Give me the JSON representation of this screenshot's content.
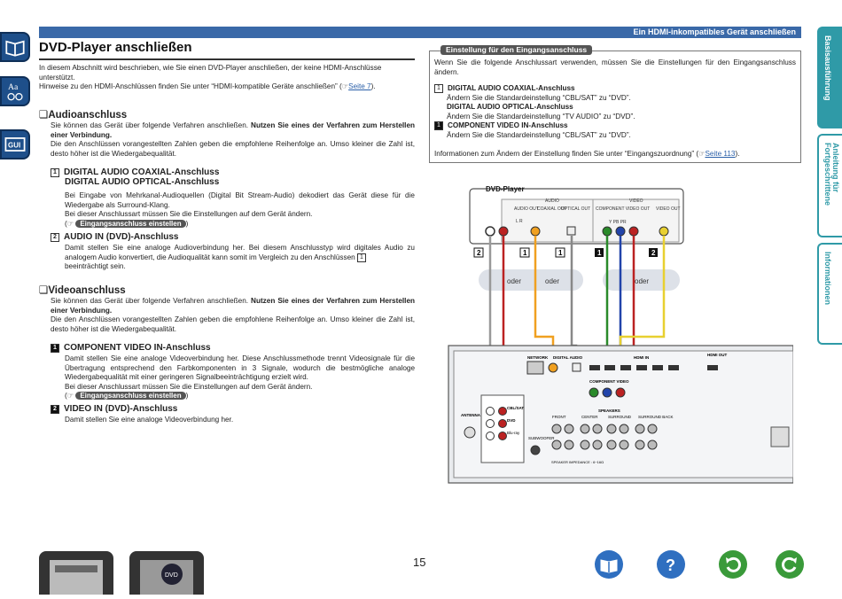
{
  "header": {
    "bar_text": "Ein HDMI-inkompatibles Gerät anschließen",
    "title": "DVD-Player anschließen"
  },
  "side_tabs": [
    "Basisausführung",
    "Anleitung für Fortgeschrittene",
    "Informationen"
  ],
  "left_icons": [
    "book-icon",
    "font-size-icon",
    "gui-icon"
  ],
  "intro": {
    "line1": "In diesem Abschnitt wird beschrieben, wie Sie einen DVD-Player anschließen, der keine HDMI-Anschlüsse unterstützt.",
    "line2": "Hinweise zu den HDMI-Anschlüssen finden Sie unter “HDMI-kompatible Geräte anschließen”",
    "line2_link": "Seite 7"
  },
  "audio_section": {
    "heading": "Audioanschluss",
    "p1": "Sie können das Gerät über folgende Verfahren anschließen.",
    "p1_bold": "Nutzen Sie eines der Verfahren zum Herstellen einer Verbindung.",
    "p2": "Die den Anschlüssen vorangestellten Zahlen geben die empfohlene Reihenfolge an. Umso kleiner die Zahl ist, desto höher ist die Wiedergabequalität.",
    "item1_num": "1",
    "item1_title_a": "DIGITAL AUDIO COAXIAL-Anschluss",
    "item1_title_b": "DIGITAL AUDIO OPTICAL-Anschluss",
    "item1_text": "Bei Eingabe von Mehrkanal-Audioquellen (Digital Bit Stream-Audio) dekodiert das Gerät diese für die Wiedergabe als Surround-Klang.",
    "item1_text2": "Bei dieser Anschlussart müssen Sie die Einstellungen auf dem Gerät ändern.",
    "item1_ref": "Eingangsanschluss einstellen",
    "item2_num": "2",
    "item2_title": "AUDIO IN (DVD)-Anschluss",
    "item2_text": "Damit stellen Sie eine analoge Audioverbindung her. Bei diesem Anschlusstyp wird digitales Audio zu analogem Audio konvertiert, die Audioqualität kann somit im Vergleich zu den Anschlüssen",
    "item2_text_end": "beeinträchtigt sein.",
    "item2_ref_num": "1"
  },
  "video_section": {
    "heading": "Videoanschluss",
    "p1": "Sie können das Gerät über folgende Verfahren anschließen.",
    "p1_bold": "Nutzen Sie eines der Verfahren zum Herstellen einer Verbindung.",
    "p2": "Die den Anschlüssen vorangestellten Zahlen geben die empfohlene Reihenfolge an. Umso kleiner die Zahl ist, desto höher ist die Wiedergabequalität.",
    "item1_num": "1",
    "item1_title": "COMPONENT VIDEO IN-Anschluss",
    "item1_text": "Damit stellen Sie eine analoge Videoverbindung her. Diese Anschlussmethode trennt Videosignale für die Übertragung entsprechend den Farbkomponenten in 3 Signale, wodurch die bestmögliche analoge Wiedergabequalität mit einer geringeren Signalbeeinträchtigung erzielt wird.",
    "item1_text2": "Bei dieser Anschlussart müssen Sie die Einstellungen auf dem Gerät ändern.",
    "item1_ref": "Eingangsanschluss einstellen",
    "item2_num": "2",
    "item2_title": "VIDEO IN (DVD)-Anschluss",
    "item2_text": "Damit stellen Sie eine analoge Videoverbindung her."
  },
  "settings_box": {
    "title": "Einstellung für den Eingangsanschluss",
    "intro": "Wenn Sie die folgende Anschlussart verwenden, müssen Sie die Einstellungen für den Eingangsanschluss ändern.",
    "a_num": "1",
    "a_title": "DIGITAL AUDIO COAXIAL-Anschluss",
    "a_text": "Ändern Sie die Standardeinstellung “CBL/SAT” zu “DVD”.",
    "b_title": "DIGITAL AUDIO OPTICAL-Anschluss",
    "b_text": "Ändern Sie die Standardeinstellung “TV AUDIO” zu “DVD”.",
    "c_num": "1",
    "c_title": "COMPONENT VIDEO IN-Anschluss",
    "c_text": "Ändern Sie die Standardeinstellung “CBL/SAT” zu “DVD”.",
    "footer": "Informationen zum Ändern der Einstellung finden Sie unter “Eingangszuordnung” (",
    "footer_link": "Seite 113",
    "footer_end": ")."
  },
  "diagram": {
    "device_label": "DVD-Player",
    "audio_group": "AUDIO",
    "video_group": "VIDEO",
    "audio_out": "AUDIO OUT",
    "lr": "L   R",
    "coaxial_out": "COAXIAL OUT",
    "optical_out": "OPTICAL OUT",
    "component_out": "COMPONENT VIDEO OUT",
    "ypbpr": "Y   PB   PR",
    "video_out": "VIDEO OUT",
    "oder1": "oder",
    "oder2": "oder",
    "oder3": "oder",
    "cable_nums": [
      "2",
      "1",
      "1",
      "1",
      "2"
    ],
    "receiver_labels": {
      "network": "NETWORK",
      "digital_audio": "DIGITAL AUDIO",
      "hdmi": "HDMI IN",
      "hdmi_out": "HDMI OUT",
      "component": "COMPONENT VIDEO",
      "speakers": "SPEAKERS",
      "antenna": "ANTENNA",
      "front": "FRONT",
      "center": "CENTER",
      "surround": "SURROUND",
      "surround_back": "SURROUND BACK",
      "subwoofer": "SUBWOOFER",
      "cbl_sat": "CBL/SAT",
      "dvd": "DVD",
      "bluray": "Blu-ray",
      "impedance": "SPEAKER IMPEDANCE : 6~16Ω"
    }
  },
  "footer": {
    "page_number": "15",
    "thumb2_label": "DVD"
  },
  "colors": {
    "brand_blue": "#3a69a8",
    "tab_teal": "#2f9aa7",
    "nav_blue": "#2f6fc0",
    "nav_green": "#3a9a3a"
  }
}
